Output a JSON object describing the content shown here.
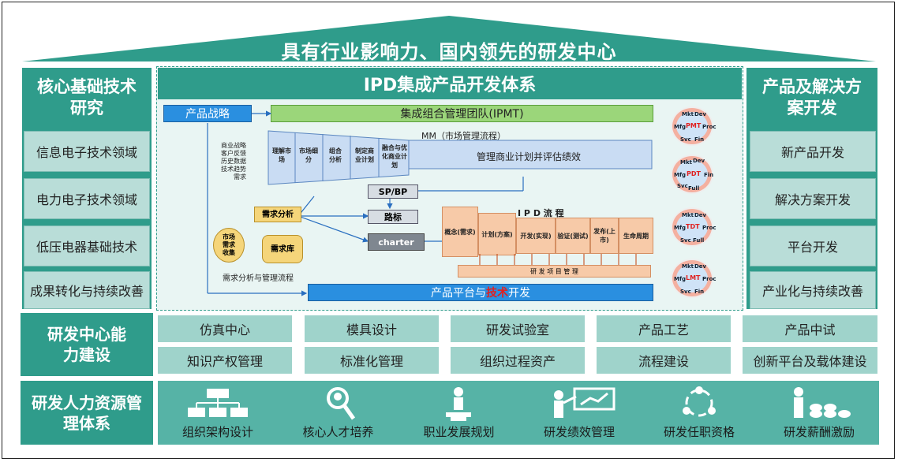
{
  "roof": {
    "title": "具有行业影响力、国内领先的研发中心"
  },
  "left_column": {
    "header": "核心基础技术研究",
    "items": [
      "信息电子技术领域",
      "电力电子技术领域",
      "低压电器基础技术",
      "成果转化与持续改善"
    ]
  },
  "right_column": {
    "header": "产品及解决方案开发",
    "items": [
      "新产品开发",
      "解决方案开发",
      "平台开发",
      "产业化与持续改善"
    ]
  },
  "ipd": {
    "title": "IPD集成产品开发体系",
    "strategy": "产品战略",
    "ipmt": "集成组合管理团队(IPMT)",
    "mm_title": "MM（市场管理流程）",
    "mm_inputs": [
      "商业战略",
      "客户反馈",
      "历史数据",
      "技术趋势",
      "需求"
    ],
    "mm_steps": [
      "理解市场",
      "市场细分",
      "组合分析",
      "制定商业计划",
      "融合与优化商业计划"
    ],
    "mm_manage": "管理商业计划并评估绩效",
    "spbp": "SP/BP",
    "roadmap": "路标",
    "charter": "charter",
    "req_analysis": "需求分析",
    "market_req": "市场需求收集",
    "req_pool": "需求库",
    "req_flow": "需求分析与管理流程",
    "ipd_flow_title": "I P D 流 程",
    "ipd_stages": [
      "概念(需求)",
      "计划(方案)",
      "开发(实现)",
      "验证(测试)",
      "发布(上市)",
      "生命周期"
    ],
    "project_mgmt": "研 发 项 目 管 理",
    "platform": "产品平台与技术开发",
    "platform_prefix": "产品平台与",
    "platform_red": "技术",
    "platform_suffix": "开发",
    "teams": [
      {
        "center": "PMT",
        "tl": "Mkt",
        "tr": "Dev",
        "ml": "Mfg",
        "mr": "Proc",
        "bl": "Svc",
        "br": "Fin"
      },
      {
        "center": "PDT",
        "tl": "Mkt",
        "tr": "Dev",
        "ml": "Mfg",
        "mr": "Fin",
        "bl": "Svc",
        "br": "Full"
      },
      {
        "center": "TDT",
        "tl": "Mkt",
        "tr": "Dev",
        "ml": "Mfg",
        "mr": "Proc",
        "bl": "Svc",
        "br": "Full"
      },
      {
        "center": "LMT",
        "tl": "Mkt",
        "tr": "Dev",
        "ml": "Mfg",
        "mr": "Proc",
        "bl": "Svc",
        "br": "Fin"
      }
    ]
  },
  "capability": {
    "header": "研发中心能力建设",
    "row1": [
      "仿真中心",
      "模具设计",
      "研发试验室",
      "产品工艺",
      "产品中试"
    ],
    "row2": [
      "知识产权管理",
      "标准化管理",
      "组织过程资产",
      "流程建设",
      "创新平台及载体建设"
    ]
  },
  "hr": {
    "header": "研发人力资源管理体系",
    "items": [
      {
        "label": "组织架构设计",
        "icon": "org-chart-icon"
      },
      {
        "label": "核心人才培养",
        "icon": "magnifier-person-icon"
      },
      {
        "label": "职业发展规划",
        "icon": "career-ladder-icon"
      },
      {
        "label": "研发绩效管理",
        "icon": "presentation-icon"
      },
      {
        "label": "研发任职资格",
        "icon": "team-cycle-icon"
      },
      {
        "label": "研发薪酬激励",
        "icon": "money-person-icon"
      }
    ]
  },
  "colors": {
    "teal": "#2f9c8b",
    "light_teal": "#b9ddd8",
    "blue": "#2a8fe0",
    "green": "#9bd67a",
    "orange": "#f7caa8",
    "red": "#e02020"
  }
}
